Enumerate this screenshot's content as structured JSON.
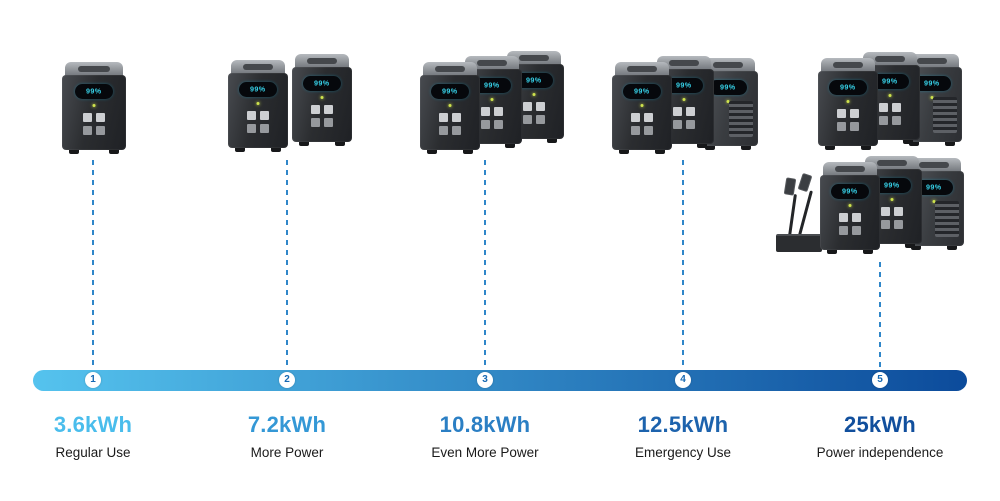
{
  "steps": [
    {
      "number": "1",
      "capacity": "3.6kWh",
      "label": "Regular Use",
      "capacity_color": "#4abdec"
    },
    {
      "number": "2",
      "capacity": "7.2kWh",
      "label": "More Power",
      "capacity_color": "#3498d6"
    },
    {
      "number": "3",
      "capacity": "10.8kWh",
      "label": "Even More Power",
      "capacity_color": "#2b7fc4"
    },
    {
      "number": "4",
      "capacity": "12.5kWh",
      "label": "Emergency Use",
      "capacity_color": "#1d63ad"
    },
    {
      "number": "5",
      "capacity": "25kWh",
      "label": "Power independence",
      "capacity_color": "#114f9d"
    }
  ],
  "bar": {
    "gradient_start": "#55c3ee",
    "gradient_end": "#0c4b9b",
    "number_color": "#1668b2"
  },
  "connector": {
    "color": "#2f86c9"
  },
  "unit_display": {
    "percent": "99%",
    "text_color": "#37d3ea",
    "led_color": "#cfe34d"
  }
}
